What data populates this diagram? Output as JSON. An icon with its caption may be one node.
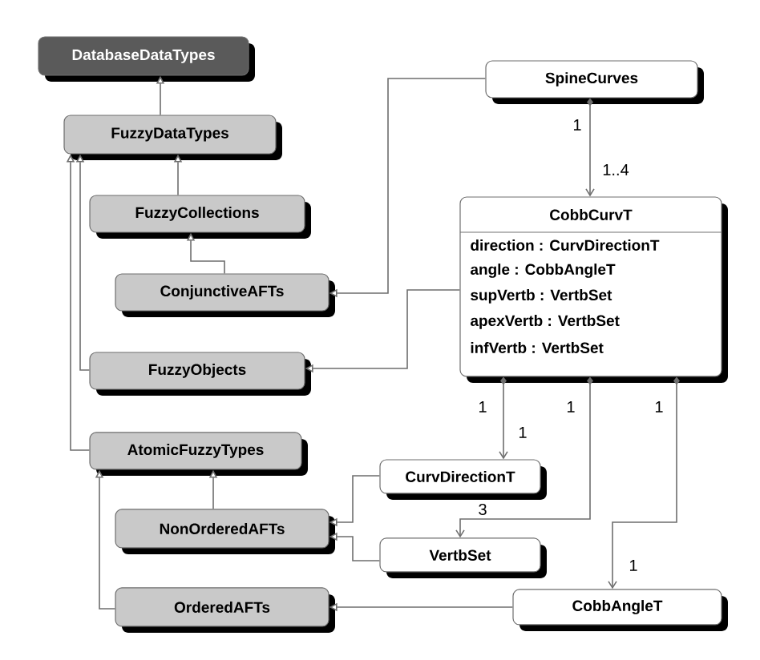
{
  "diagram": {
    "nodes": [
      {
        "text": [
          "DatabaseDataTypes"
        ]
      },
      {
        "text": [
          "FuzzyDataTypes"
        ]
      },
      {
        "text": [
          "FuzzyCollections"
        ]
      },
      {
        "text": [
          "ConjunctiveAFTs"
        ]
      },
      {
        "text": [
          "FuzzyObjects"
        ]
      },
      {
        "text": [
          "AtomicFuzzyTypes"
        ]
      },
      {
        "text": [
          "NonOrderedAFTs"
        ]
      },
      {
        "text": [
          "OrderedAFTs"
        ]
      },
      {
        "text": [
          "SpineCurves"
        ]
      },
      {
        "text": [
          "CobbCurvT",
          "direction : CurvDirectionT",
          "angle : CobbAngleT",
          "supVertb : VertbSet",
          "apexVertb : VertbSet",
          "infVertb : VertbSet"
        ]
      },
      {
        "text": [
          "CurvDirectionT"
        ]
      },
      {
        "text": [
          "VertbSet"
        ]
      },
      {
        "text": [
          "CobbAngleT"
        ]
      }
    ],
    "edges": [
      {
        "from": 1,
        "to": 0,
        "arrow": "to"
      },
      {
        "from": 2,
        "to": 1,
        "arrow": "to"
      },
      {
        "from": 3,
        "to": 2,
        "arrow": "to"
      },
      {
        "from": 4,
        "to": 1,
        "arrow": "to"
      },
      {
        "from": 5,
        "to": 1,
        "arrow": "to"
      },
      {
        "from": 6,
        "to": 5,
        "arrow": "to"
      },
      {
        "from": 7,
        "to": 5,
        "arrow": "to"
      },
      {
        "from": 8,
        "to": 3,
        "arrow": "to"
      },
      {
        "from": 9,
        "to": 4,
        "arrow": "to"
      },
      {
        "from": 10,
        "to": 6,
        "arrow": "to"
      },
      {
        "from": 11,
        "to": 6,
        "arrow": "to"
      },
      {
        "from": 12,
        "to": 7,
        "arrow": "to"
      },
      {
        "from": 8,
        "to": 9,
        "arrow": "to"
      },
      {
        "from": 9,
        "to": 10,
        "arrow": "to"
      },
      {
        "from": 9,
        "to": 11,
        "arrow": "to"
      },
      {
        "from": 9,
        "to": 12,
        "arrow": "to"
      }
    ],
    "labels": [
      "1",
      "1..4",
      "1",
      "1",
      "1",
      "1",
      "3",
      "1"
    ]
  }
}
